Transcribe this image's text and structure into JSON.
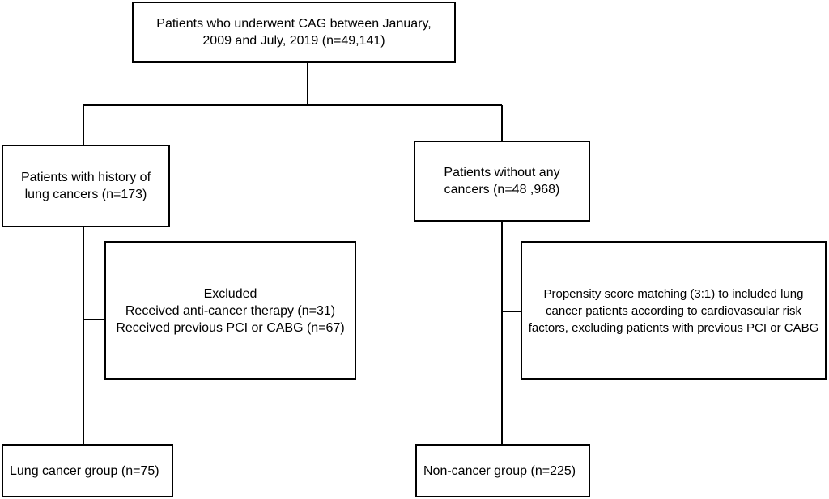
{
  "boxes": {
    "top": {
      "lines": [
        "Patients who underwent CAG between January,",
        "2009 and July, 2019 (n=49,141)"
      ]
    },
    "lung_history": {
      "lines": [
        "Patients with history of",
        "lung cancers (n=173)"
      ]
    },
    "no_cancer": {
      "lines": [
        "Patients without any",
        "cancers (n=48 ,968)"
      ]
    },
    "excluded": {
      "lines": [
        "Excluded",
        "Received anti-cancer therapy (n=31)",
        "Received previous PCI or CABG (n=67)"
      ]
    },
    "propensity": {
      "lines": [
        "Propensity score matching (3:1) to included lung",
        "cancer patients  according to cardiovascular risk",
        "factors, excluding patients with previous PCI or CABG"
      ]
    },
    "lung_group": {
      "lines": [
        "Lung cancer group (n=75)"
      ]
    },
    "non_cancer_group": {
      "lines": [
        "Non-cancer group (n=225)"
      ]
    }
  }
}
